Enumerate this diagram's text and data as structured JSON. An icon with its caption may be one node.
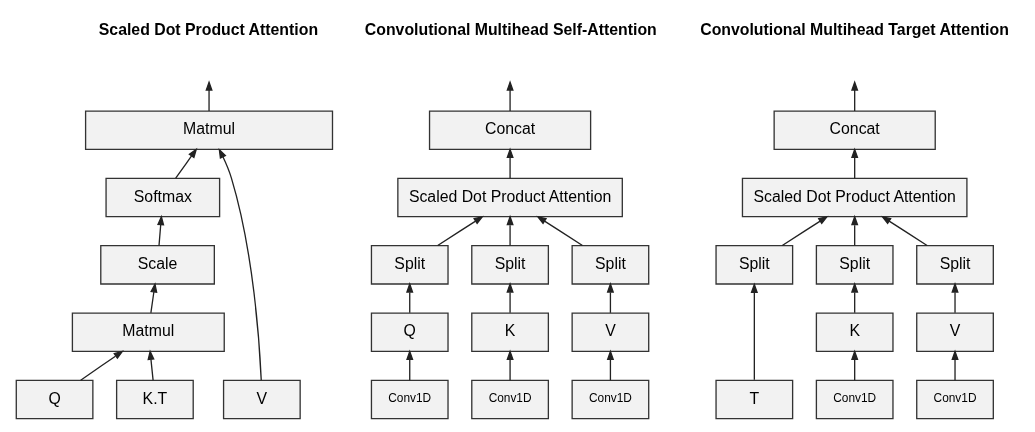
{
  "diagram": {
    "nodes": [
      {
        "text": [
          "Matmul"
        ]
      },
      {
        "text": [
          "Softmax"
        ]
      },
      {
        "text": [
          "Scale"
        ]
      },
      {
        "text": [
          "Matmul"
        ]
      },
      {
        "text": [
          "Q"
        ]
      },
      {
        "text": [
          "K.T"
        ]
      },
      {
        "text": [
          "V"
        ]
      },
      {
        "text": [
          "Concat"
        ]
      },
      {
        "text": [
          "Scaled Dot Product Attention"
        ]
      },
      {
        "text": [
          "Split"
        ]
      },
      {
        "text": [
          "Split"
        ]
      },
      {
        "text": [
          "Split"
        ]
      },
      {
        "text": [
          "Q"
        ]
      },
      {
        "text": [
          "K"
        ]
      },
      {
        "text": [
          "V"
        ]
      },
      {
        "text": [
          "Conv1D"
        ]
      },
      {
        "text": [
          "Conv1D"
        ]
      },
      {
        "text": [
          "Conv1D"
        ]
      },
      {
        "text": [
          "Concat"
        ]
      },
      {
        "text": [
          "Scaled Dot Product Attention"
        ]
      },
      {
        "text": [
          "Split"
        ]
      },
      {
        "text": [
          "Split"
        ]
      },
      {
        "text": [
          "Split"
        ]
      },
      {
        "text": [
          "K"
        ]
      },
      {
        "text": [
          "V"
        ]
      },
      {
        "text": [
          "T"
        ]
      },
      {
        "text": [
          "Conv1D"
        ]
      },
      {
        "text": [
          "Conv1D"
        ]
      }
    ],
    "edges": [
      {
        "from": 4,
        "to": 3,
        "arrow": "to"
      },
      {
        "from": 5,
        "to": 3,
        "arrow": "to"
      },
      {
        "from": 3,
        "to": 2,
        "arrow": "to"
      },
      {
        "from": 2,
        "to": 1,
        "arrow": "to"
      },
      {
        "from": 1,
        "to": 0,
        "arrow": "to"
      },
      {
        "from": 6,
        "to": 0,
        "arrow": "to"
      },
      {
        "from": 0,
        "to": null,
        "arrow": "to"
      },
      {
        "from": 15,
        "to": 12,
        "arrow": "to"
      },
      {
        "from": 16,
        "to": 13,
        "arrow": "to"
      },
      {
        "from": 17,
        "to": 14,
        "arrow": "to"
      },
      {
        "from": 12,
        "to": 9,
        "arrow": "to"
      },
      {
        "from": 13,
        "to": 10,
        "arrow": "to"
      },
      {
        "from": 14,
        "to": 11,
        "arrow": "to"
      },
      {
        "from": 9,
        "to": 8,
        "arrow": "to"
      },
      {
        "from": 10,
        "to": 8,
        "arrow": "to"
      },
      {
        "from": 11,
        "to": 8,
        "arrow": "to"
      },
      {
        "from": 8,
        "to": 7,
        "arrow": "to"
      },
      {
        "from": 7,
        "to": null,
        "arrow": "to"
      },
      {
        "from": 26,
        "to": 23,
        "arrow": "to"
      },
      {
        "from": 27,
        "to": 24,
        "arrow": "to"
      },
      {
        "from": 25,
        "to": 20,
        "arrow": "to"
      },
      {
        "from": 23,
        "to": 21,
        "arrow": "to"
      },
      {
        "from": 24,
        "to": 22,
        "arrow": "to"
      },
      {
        "from": 20,
        "to": 19,
        "arrow": "to"
      },
      {
        "from": 21,
        "to": 19,
        "arrow": "to"
      },
      {
        "from": 22,
        "to": 19,
        "arrow": "to"
      },
      {
        "from": 19,
        "to": 18,
        "arrow": "to"
      },
      {
        "from": 18,
        "to": null,
        "arrow": "to"
      }
    ],
    "labels": [
      "Scaled Dot Product Attention",
      "Convolutional Multihead Self-Attention",
      "Convolutional Multihead Target Attention"
    ]
  }
}
